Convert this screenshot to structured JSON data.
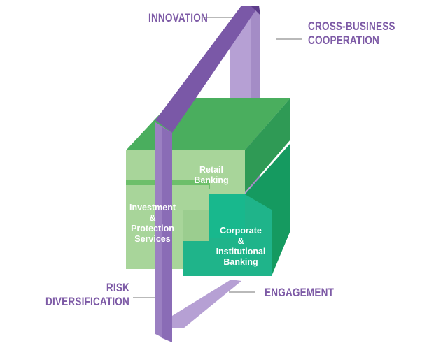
{
  "callouts": {
    "innovation": [
      "INNOVATION"
    ],
    "cross_business": [
      "CROSS-BUSINESS",
      "COOPERATION"
    ],
    "risk": [
      "RISK",
      "DIVERSIFICATION"
    ],
    "engagement": [
      "ENGAGEMENT"
    ]
  },
  "blocks": {
    "retail": [
      "Retail",
      "Banking"
    ],
    "investment": [
      "Investment",
      "&",
      "Protection",
      "Services"
    ],
    "corporate": [
      "Corporate",
      "&",
      "Institutional",
      "Banking"
    ]
  },
  "colors": {
    "purple_text": "#7d5aa6",
    "purple_frame_front": "#8b6bb5",
    "purple_frame_dark": "#5d3d8a",
    "purple_frame_back": "#b6a0d4",
    "green_light": "#a8d59a",
    "green_mid": "#3fae5c",
    "green_dark": "#2aa05a",
    "teal": "#19b48a"
  }
}
